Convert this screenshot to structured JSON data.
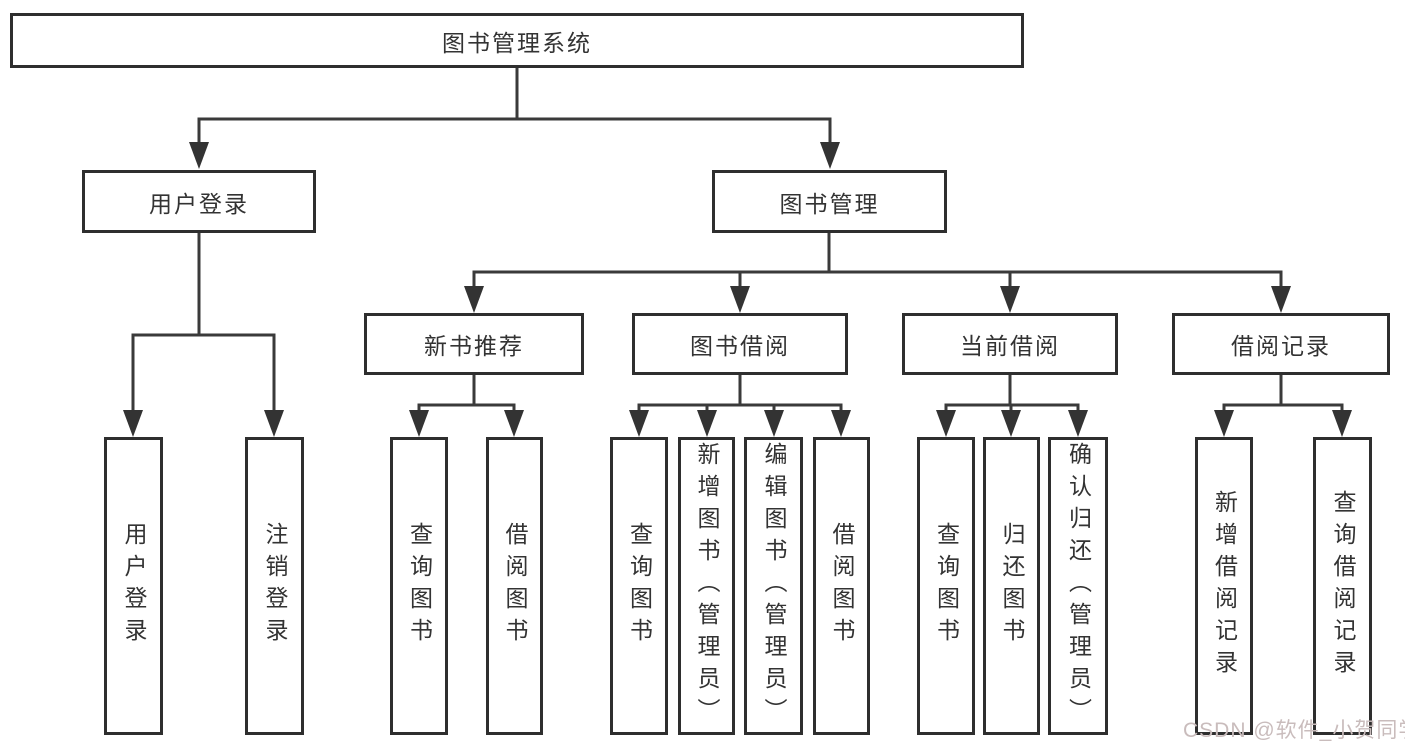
{
  "tree": {
    "root": {
      "label": "图书管理系统"
    },
    "level2": [
      {
        "label": "用户登录"
      },
      {
        "label": "图书管理"
      }
    ],
    "level3": [
      {
        "label": "新书推荐"
      },
      {
        "label": "图书借阅"
      },
      {
        "label": "当前借阅"
      },
      {
        "label": "借阅记录"
      }
    ],
    "leaves": {
      "user_login": [
        {
          "label": "用户登录"
        },
        {
          "label": "注销登录"
        }
      ],
      "new_books": [
        {
          "label": "查询图书"
        },
        {
          "label": "借阅图书"
        }
      ],
      "book_borrow": [
        {
          "label": "查询图书"
        },
        {
          "label": "新增图书（管理员）"
        },
        {
          "label": "编辑图书（管理员）"
        },
        {
          "label": "借阅图书"
        }
      ],
      "current_borrow": [
        {
          "label": "查询图书"
        },
        {
          "label": "归还图书"
        },
        {
          "label": "确认归还（管理员）"
        }
      ],
      "borrow_records": [
        {
          "label": "新增借阅记录"
        },
        {
          "label": "查询借阅记录"
        }
      ]
    }
  },
  "watermark": {
    "text": "CSDN @软件_小贺同学"
  },
  "colors": {
    "background": "#ffffff",
    "box_border": "#2e2e2e",
    "line": "#3a3a3a",
    "text": "#333333",
    "watermark": "#c9bcbc"
  }
}
